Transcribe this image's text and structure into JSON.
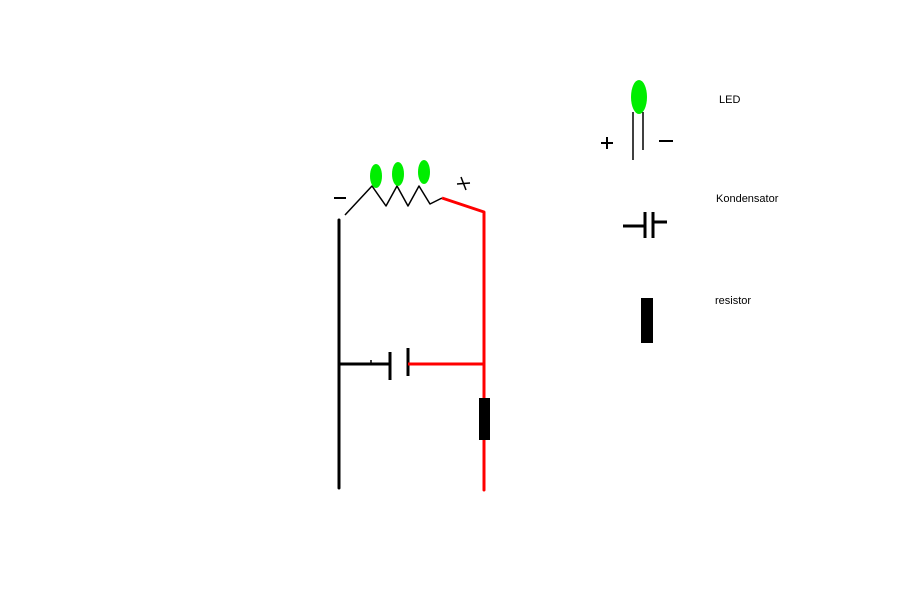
{
  "legend": {
    "led_label": "LED",
    "capacitor_label": "Kondensator",
    "resistor_label": "resistor"
  },
  "colors": {
    "wire_black": "#000000",
    "wire_red": "#ff0000",
    "led_green": "#00ee00"
  }
}
